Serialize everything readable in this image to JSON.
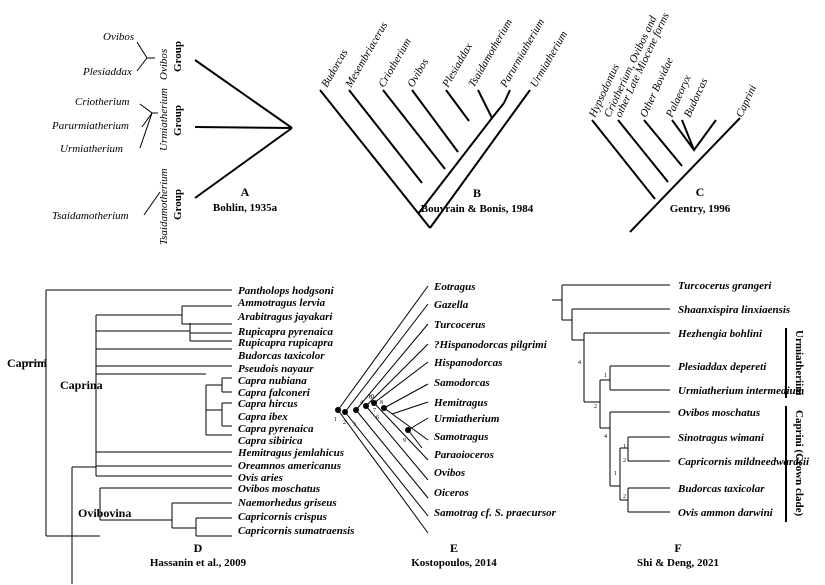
{
  "panelA": {
    "group_ovibos": [
      "Ovibos",
      "Plesiaddax"
    ],
    "group_urmia": [
      "Criotherium",
      "Parurmiatherium",
      "Urmiatherium"
    ],
    "group_tsaida": [
      "Tsaidamotherium"
    ],
    "group_word": "Group",
    "label_ovibos": "Ovibos",
    "label_urmia": "Urmiatherium",
    "label_tsaida": "Tsaidamotherium",
    "letter": "A",
    "citation": "Bohlin, 1935a"
  },
  "panelB": {
    "taxa": [
      "Budorcas",
      "Mesembriacerus",
      "Criotherium",
      "Ovibos",
      "Plesiaddax",
      "Tsaidamotherium",
      "Parurmiatherium",
      "Urmiatherium"
    ],
    "letter": "B",
    "citation": "Bouvrain & Bonis, 1984"
  },
  "panelC": {
    "taxa": [
      "Hypsodontus",
      "Criotherium, Ovibos and",
      "other Late Miocene forms",
      "Other Bovidae",
      "Palaeoryx",
      "Budorcas",
      "Caprini"
    ],
    "letter": "C",
    "citation": "Gentry, 1996"
  },
  "panelD": {
    "taxa": [
      "Pantholops hodgsoni",
      "Ammotragus lervia",
      "Arabitragus jayakari",
      "Rupicapra pyrenaica",
      "Rupicapra rupicapra",
      "Budorcas taxicolor",
      "Pseudois nayaur",
      "Capra nubiana",
      "Capra falconeri",
      "Capra hircus",
      "Capra ibex",
      "Capra pyrenaica",
      "Capra sibirica",
      "Hemitragus jemlahicus",
      "Oreamnos americanus",
      "Ovis aries",
      "Ovibos moschatus",
      "Naemorhedus griseus",
      "Capricornis crispus",
      "Capricornis sumatraensis"
    ],
    "clade_caprini": "Caprini",
    "clade_caprina": "Caprina",
    "clade_ovibovina": "Ovibovina",
    "letter": "D",
    "citation": "Hassanin et al., 2009"
  },
  "panelE": {
    "taxa": [
      "Eotragus",
      "Gazella",
      "Turcocerus",
      "?Hispanodorcas pilgrimi",
      "Hispanodorcas",
      "Samodorcas",
      "Hemitragus",
      "Urmiatherium",
      "Samotragus",
      "Paraoioceros",
      "Ovibos",
      "Oiceros",
      "Samotrag cf. S. praecursor"
    ],
    "node_numbers": [
      "1",
      "2",
      "3",
      "4",
      "5",
      "6",
      "7",
      "8",
      "9",
      "10"
    ],
    "letter": "E",
    "citation": "Kostopoulos, 2014"
  },
  "panelF": {
    "taxa": [
      "Turcocerus grangeri",
      "Shaanxispira linxiaensis",
      "Hezhengia bohlini",
      "Plesiaddax depereti",
      "Urmiatherium intermedium",
      "Ovibos moschatus",
      "Sinotragus wimani",
      "Capricornis mildneedwardsii",
      "Budorcas taxicolar",
      "Ovis ammon darwini"
    ],
    "node_numbers": [
      "4",
      "1",
      "2",
      "4",
      "1",
      "2",
      "1",
      "2"
    ],
    "bracket_urmia": "Urmiatheriini",
    "bracket_caprini": "Caprini (Crown clade)",
    "letter": "F",
    "citation": "Shi & Deng, 2021"
  }
}
